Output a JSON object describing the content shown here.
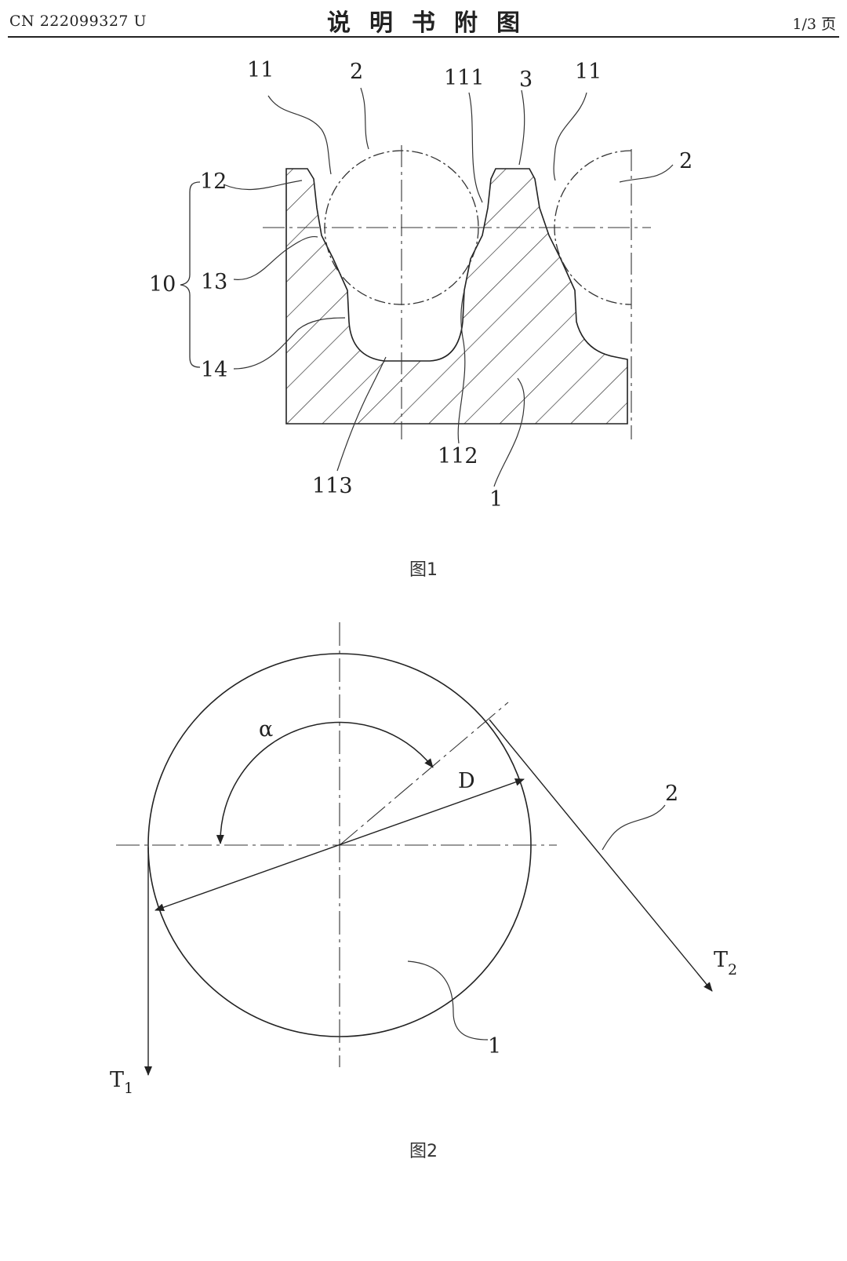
{
  "header": {
    "publication_number": "CN 222099327 U",
    "title": "说明书附图",
    "page": "1/3 页"
  },
  "figure1": {
    "caption": "图1",
    "labels": {
      "l11a": "11",
      "l2a": "2",
      "l111": "111",
      "l3": "3",
      "l11b": "11",
      "l2b": "2",
      "l12": "12",
      "l10": "10",
      "l13": "13",
      "l14": "14",
      "l113": "113",
      "l112": "112",
      "l1": "1"
    }
  },
  "figure2": {
    "caption": "图2",
    "labels": {
      "alpha": "α",
      "D": "D",
      "l2": "2",
      "l1": "1",
      "T": "T",
      "one": "1",
      "two": "2"
    }
  },
  "colors": {
    "ink": "#222222",
    "background": "#ffffff"
  }
}
